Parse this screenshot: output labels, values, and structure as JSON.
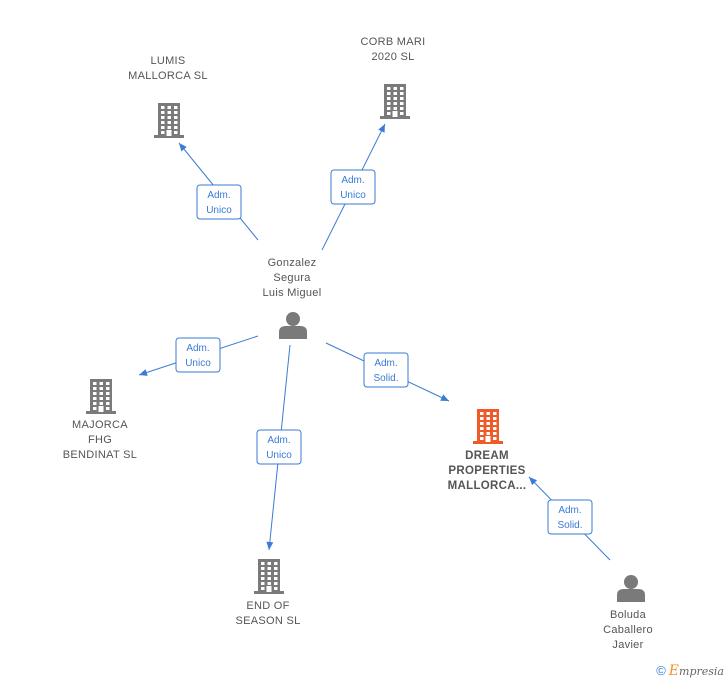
{
  "nodes": [
    {
      "id": "lumis",
      "type": "company",
      "lines": [
        "LUMIS",
        "MALLORCA  SL"
      ],
      "highlight": false
    },
    {
      "id": "corb",
      "type": "company",
      "lines": [
        "CORB MARI",
        "2020  SL"
      ],
      "highlight": false
    },
    {
      "id": "gonzalez",
      "type": "person",
      "lines": [
        "Gonzalez",
        "Segura",
        "Luis Miguel"
      ],
      "highlight": false
    },
    {
      "id": "majorca",
      "type": "company",
      "lines": [
        "MAJORCA",
        "FHG",
        "BENDINAT  SL"
      ],
      "highlight": false
    },
    {
      "id": "dream",
      "type": "company",
      "lines": [
        "DREAM",
        "PROPERTIES",
        "MALLORCA..."
      ],
      "highlight": true
    },
    {
      "id": "endofseason",
      "type": "company",
      "lines": [
        "END OF",
        "SEASON  SL"
      ],
      "highlight": false
    },
    {
      "id": "boluda",
      "type": "person",
      "lines": [
        "Boluda",
        "Caballero",
        "Javier"
      ],
      "highlight": false
    }
  ],
  "edges": [
    {
      "from": "gonzalez",
      "to": "lumis",
      "label": [
        "Adm.",
        "Unico"
      ]
    },
    {
      "from": "gonzalez",
      "to": "corb",
      "label": [
        "Adm.",
        "Unico"
      ]
    },
    {
      "from": "gonzalez",
      "to": "majorca",
      "label": [
        "Adm.",
        "Unico"
      ]
    },
    {
      "from": "gonzalez",
      "to": "dream",
      "label": [
        "Adm.",
        "Solid."
      ]
    },
    {
      "from": "gonzalez",
      "to": "endofseason",
      "label": [
        "Adm.",
        "Unico"
      ]
    },
    {
      "from": "boluda",
      "to": "dream",
      "label": [
        "Adm.",
        "Solid."
      ]
    }
  ],
  "colors": {
    "edge": "#3a7bd5",
    "node": "#7a7a7a",
    "highlight": "#f05a28",
    "text": "#555555"
  },
  "logo": {
    "symbol": "©",
    "brand_first": "E",
    "brand_rest": "mpresia"
  }
}
